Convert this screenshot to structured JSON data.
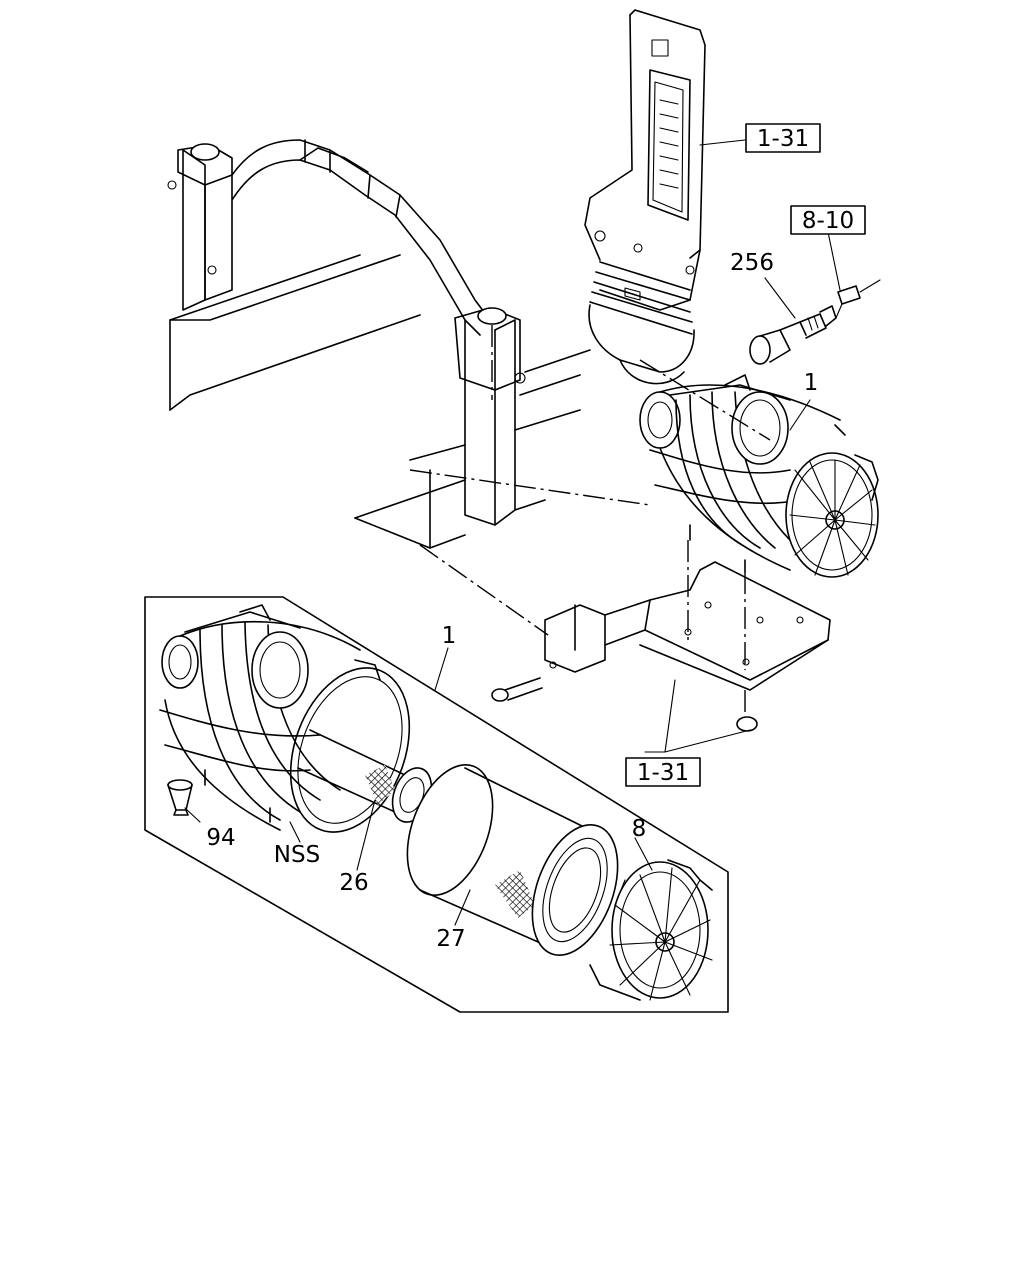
{
  "labels": {
    "ref_top": "1-31",
    "ref_sensor": "8-10",
    "part_256": "256",
    "part_1_assembled": "1",
    "part_1_exploded": "1",
    "ref_bracket": "1-31",
    "part_94": "94",
    "part_nss": "NSS",
    "part_26": "26",
    "part_27": "27",
    "part_8": "8"
  }
}
